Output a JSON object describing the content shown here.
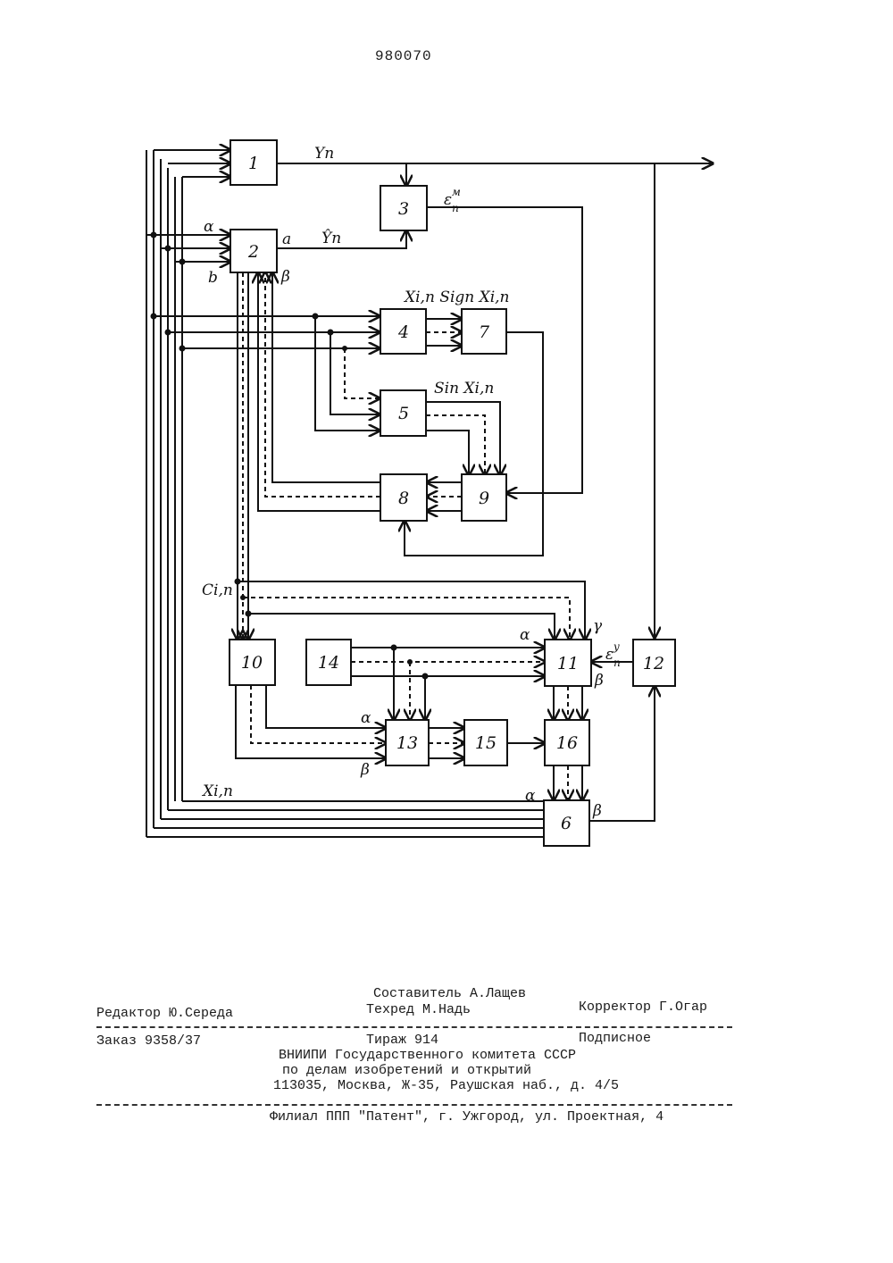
{
  "document_number": "980070",
  "blocks": [
    "1",
    "2",
    "3",
    "4",
    "5",
    "6",
    "7",
    "8",
    "9",
    "10",
    "11",
    "12",
    "13",
    "14",
    "15",
    "16"
  ],
  "signals": {
    "output": "Yn",
    "estimate": "Ŷn",
    "error_model": "ε",
    "error_model_sup": "м",
    "error_model_sub": "n",
    "error_reg": "ε",
    "error_reg_sup": "y",
    "error_reg_sub": "n",
    "x_in": "Xi,n Sign Xi,n",
    "sin_x": "Sin Xi,n",
    "coeff": "Ci,n",
    "x_input": "Xi,n",
    "alpha": "α",
    "beta": "β",
    "gamma": "γ",
    "a": "a",
    "b": "b"
  },
  "footer": {
    "composer": "Составитель А.Лащев",
    "editor": "Редактор Ю.Середа",
    "techred": "Техред М.Надь",
    "corrector": "Корректор Г.Огар",
    "order": "Заказ 9358/37",
    "circulation": "Тираж 914",
    "subscription": "Подписное",
    "org_line1": "ВНИИПИ Государственного комитета СССР",
    "org_line2": "по делам изобретений и открытий",
    "org_line3": "113035, Москва, Ж-35, Раушская наб., д. 4/5",
    "branch": "Филиал ППП \"Патент\", г. Ужгород, ул. Проектная, 4"
  }
}
